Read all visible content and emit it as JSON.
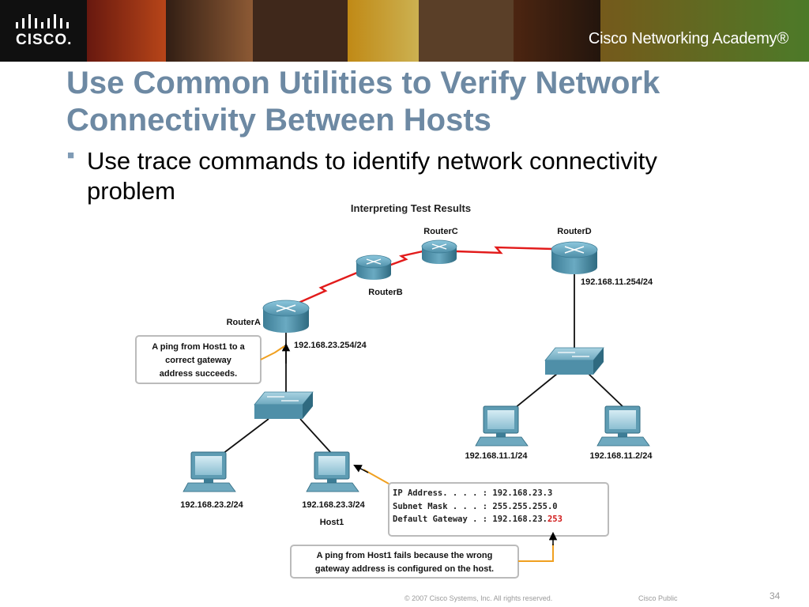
{
  "banner": {
    "logo_text": "CISCO.",
    "academy_text": "Cisco Networking Academy®"
  },
  "slide": {
    "title_line1": "Use Common Utilities to Verify Network",
    "title_line2": "Connectivity Between Hosts",
    "bullet_line1": "Use trace commands to identify network connectivity",
    "bullet_line2": "problem"
  },
  "diagram": {
    "title": "Interpreting Test Results",
    "routers": {
      "a": "RouterA",
      "b": "RouterB",
      "c": "RouterC",
      "d": "RouterD"
    },
    "ips": {
      "router_a": "192.168.23.254/24",
      "router_d": "192.168.11.254/24",
      "pc1": "192.168.23.2/24",
      "pc2": "192.168.23.3/24",
      "pc3": "192.168.11.1/24",
      "pc4": "192.168.11.2/24"
    },
    "host_label": "Host1",
    "callout_success": [
      "A ping from Host1 to a",
      "correct gateway",
      "address succeeds."
    ],
    "callout_fail": [
      "A ping from Host1 fails because the wrong",
      "gateway address is configured on the host."
    ],
    "config": {
      "ip_line": "IP Address. . . . : 192.168.23.3",
      "mask_line": "Subnet Mask . . . : 255.255.255.0",
      "gw_line_prefix": "Default Gateway . : 192.168.23.",
      "gw_line_suffix": "253"
    }
  },
  "footer": {
    "copyright": "© 2007 Cisco Systems, Inc. All rights reserved.",
    "public": "Cisco Public",
    "page": "34"
  },
  "colors": {
    "title": "#6d89a3",
    "serial_link": "#e21b1b",
    "callout_arrow": "#f0a020",
    "router_blue": "#4f8fa8"
  }
}
